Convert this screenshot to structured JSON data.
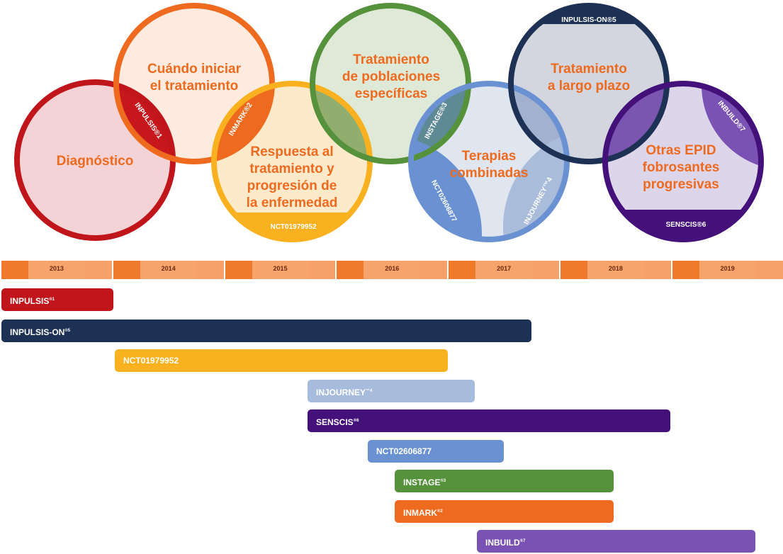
{
  "colors": {
    "dark_red": "#c0161b",
    "orange": "#ee6a1f",
    "yellow": "#f9b120",
    "green": "#56913b",
    "blue": "#6a92d3",
    "navy": "#1d3154",
    "purple": "#44107a",
    "light_blue": "#a7bbdc",
    "light_purple": "#7a52b3"
  },
  "circles": {
    "diagnostico": {
      "title": [
        "Diagnóstico"
      ],
      "labels": [
        "INPULSIS®1"
      ]
    },
    "cuando": {
      "title": [
        "Cuándo iniciar",
        "el tratamiento"
      ]
    },
    "respuesta": {
      "title": [
        "Respuesta al",
        "tratamiento y",
        "progresión de",
        "la enfermedad"
      ],
      "labels": [
        "INMARK®2",
        "NCT01979952"
      ]
    },
    "poblaciones": {
      "title": [
        "Tratamiento",
        "de poblaciones",
        "específicas"
      ]
    },
    "terapias": {
      "title": [
        "Terapias",
        "combinadas"
      ],
      "labels": [
        "INSTAGE®3",
        "NCT02606877",
        "INJOURNEY™4"
      ]
    },
    "largo": {
      "title": [
        "Tratamiento",
        "a largo plazo"
      ],
      "labels": [
        "INPULSIS-ON®5"
      ]
    },
    "otras": {
      "title": [
        "Otras EPID",
        "fobrosantes",
        "progresivas"
      ],
      "labels": [
        "INBUILD®7",
        "SENSCIS®6"
      ]
    }
  },
  "timeline": {
    "years": [
      "2013",
      "2014",
      "2015",
      "2016",
      "2017",
      "2018",
      "2019"
    ]
  },
  "trials": [
    {
      "name": "INPULSIS",
      "sup": "®1",
      "color": "#c0161b"
    },
    {
      "name": "INPULSIS-ON",
      "sup": "®5",
      "color": "#1d3154"
    },
    {
      "name": "NCT01979952",
      "sup": "",
      "color": "#f9b120"
    },
    {
      "name": "INJOURNEY",
      "sup": "™4",
      "color": "#a7bbdc"
    },
    {
      "name": "SENSCIS",
      "sup": "®6",
      "color": "#44107a"
    },
    {
      "name": "NCT02606877",
      "sup": "",
      "color": "#6a92d3"
    },
    {
      "name": "INSTAGE",
      "sup": "®3",
      "color": "#56913b"
    },
    {
      "name": "INMARK",
      "sup": "®2",
      "color": "#ee6a1f"
    },
    {
      "name": "INBUILD",
      "sup": "®7",
      "color": "#7a52b3"
    }
  ]
}
